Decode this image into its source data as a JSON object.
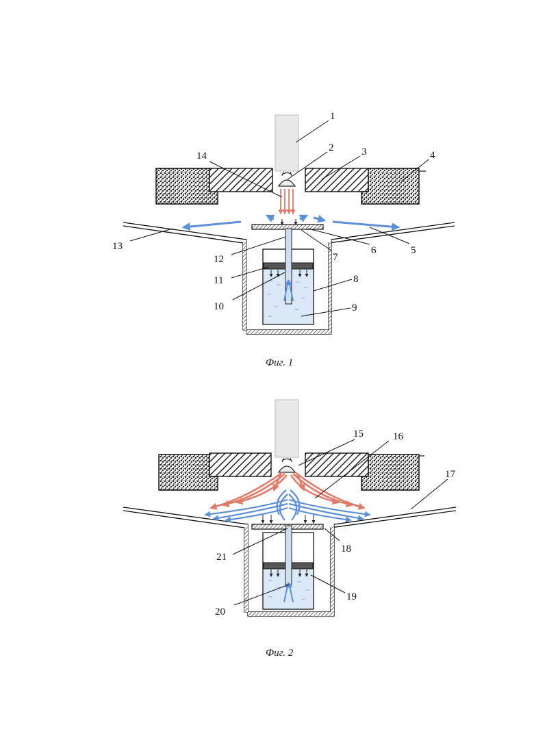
{
  "figures": [
    {
      "caption": "Фиг. 1",
      "labels": [
        "1",
        "2",
        "3",
        "4",
        "5",
        "6",
        "7",
        "8",
        "9",
        "10",
        "11",
        "12",
        "13",
        "14"
      ]
    },
    {
      "caption": "Фиг. 2",
      "labels": [
        "15",
        "16",
        "17",
        "18",
        "19",
        "20",
        "21"
      ]
    }
  ],
  "colors": {
    "line": "#222222",
    "hot_flow": "#e07a6a",
    "cold_flow": "#5b8fd8",
    "liquid": "#dbe8f5",
    "plate": "#555555",
    "nozzle": "#e8e8e8"
  }
}
